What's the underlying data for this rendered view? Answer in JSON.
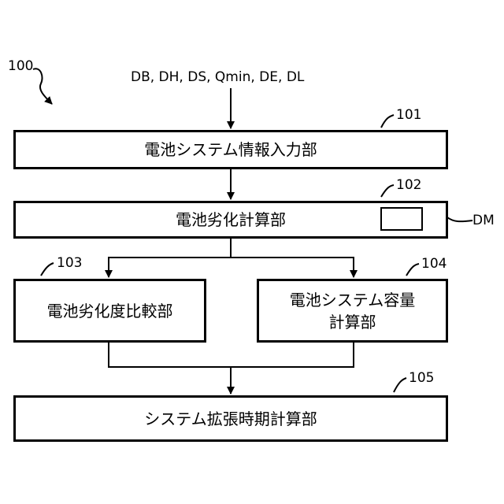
{
  "figure": {
    "ref": "100",
    "inputs": "DB, DH, DS, Qmin, DE, DL"
  },
  "blocks": [
    {
      "ref": "101",
      "label": "電池システム情報入力部"
    },
    {
      "ref": "102",
      "label": "電池劣化計算部",
      "sub_label": "DM"
    },
    {
      "ref": "103",
      "label": "電池劣化度比較部"
    },
    {
      "ref": "104",
      "label_line1": "電池システム容量",
      "label_line2": "計算部"
    },
    {
      "ref": "105",
      "label": "システム拡張時期計算部"
    }
  ]
}
